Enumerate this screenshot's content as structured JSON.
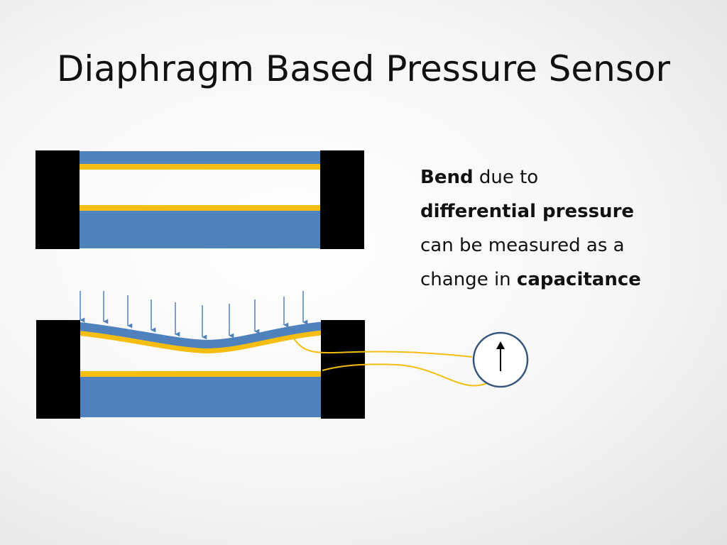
{
  "slide": {
    "title": "Diaphragm Based Pressure Sensor"
  },
  "caption": {
    "line1_bold": "Bend",
    "line1_rest": " due to",
    "line2_bold": "differential pressure",
    "line3": "can be measured as a",
    "line4_start": "change in ",
    "line4_bold": "capacitance"
  },
  "colors": {
    "plate": "#4f81bd",
    "electrode": "#f4bd0f",
    "clamp": "#000000",
    "arrow": "#4f81bd",
    "meter_border": "#34557d"
  },
  "icons": {
    "meter": "current-meter-icon",
    "arrow": "up-arrow-icon"
  }
}
